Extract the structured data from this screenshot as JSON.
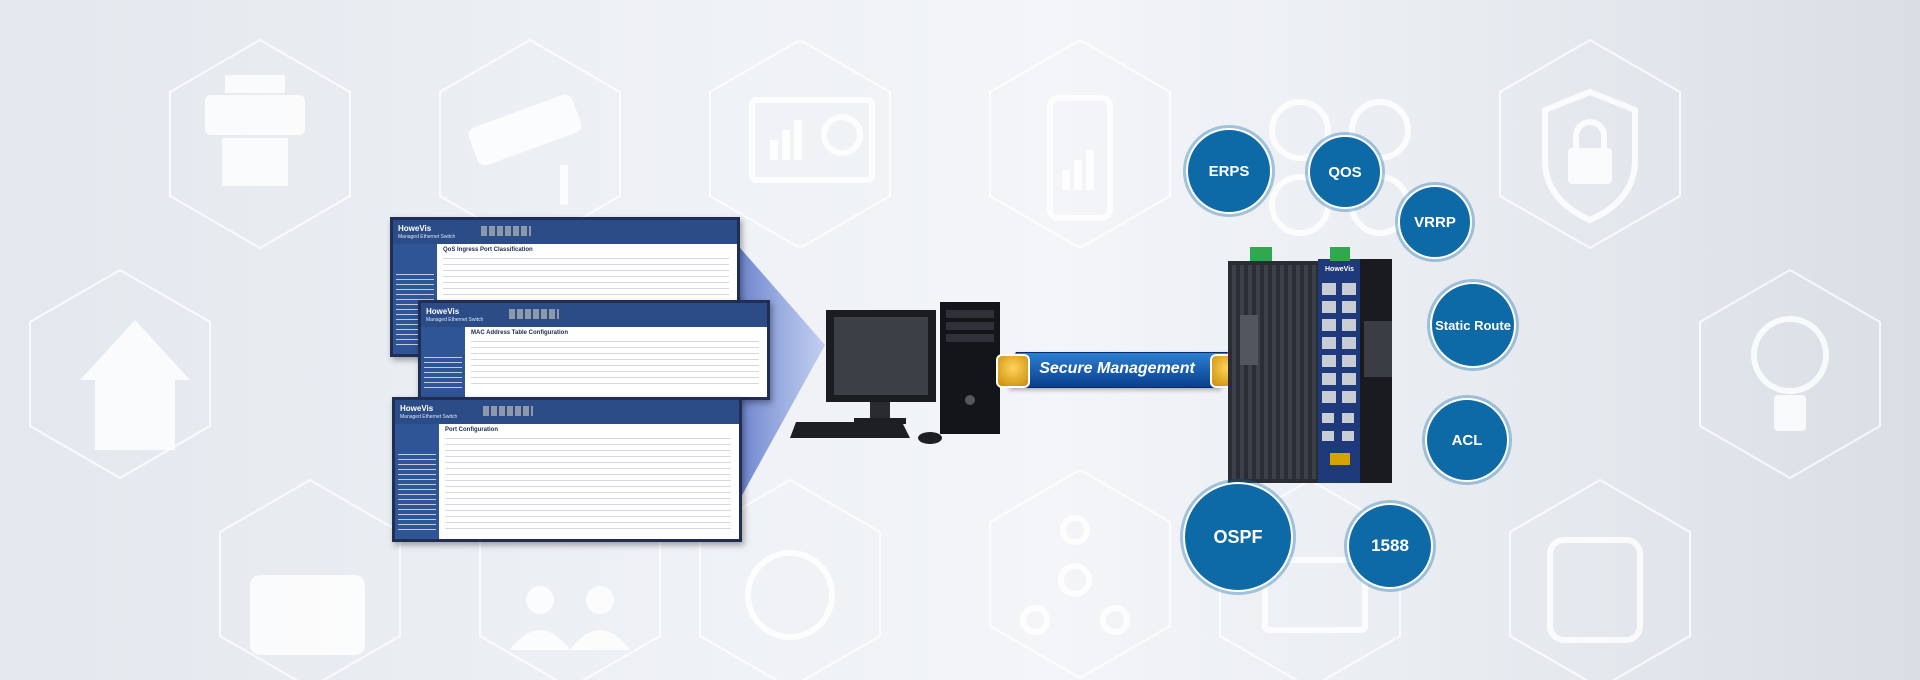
{
  "banner": {
    "label": "Secure Management"
  },
  "features": [
    "ERPS",
    "QOS",
    "VRRP",
    "Static Route",
    "ACL",
    "OSPF",
    "1588"
  ],
  "screens": [
    {
      "title": "QoS Ingress Port Classification"
    },
    {
      "title": "MAC Address Table Configuration"
    },
    {
      "title": "Port Configuration"
    }
  ],
  "colors": {
    "feature_circle": "#0e6aa6",
    "banner": "#0a3f8d",
    "ui_header": "#2b4c86"
  }
}
